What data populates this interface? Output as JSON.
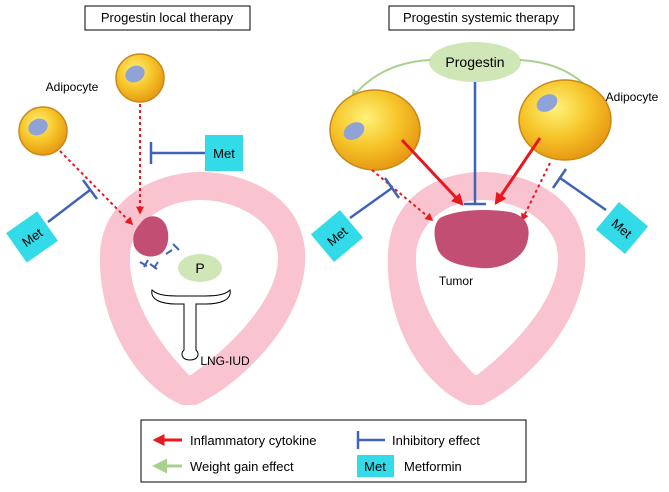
{
  "panels": {
    "local": {
      "title": "Progestin local therapy",
      "adipocyte_label": "Adipocyte",
      "met_label": "Met",
      "progestin_label": "P",
      "device_label": "LNG-IUD"
    },
    "systemic": {
      "title": "Progestin systemic therapy",
      "progestin_label": "Progestin",
      "adipocyte_label": "Adipocyte",
      "met_label": "Met",
      "tumor_label": "Tumor"
    }
  },
  "legend": {
    "inflammatory": "Inflammatory cytokine",
    "inhibitory": "Inhibitory effect",
    "weight_gain": "Weight gain effect",
    "met_box": "Met",
    "metformin": "Metformin"
  },
  "colors": {
    "uterus": "#f9c3d0",
    "tumor": "#c24e74",
    "adipocyte": "#f2b51e",
    "nucleus": "#8fa3d8",
    "met_box": "#33dbe8",
    "progestin": "#cfe6b6",
    "inflammatory_arrow": "#e8191e",
    "inhibitory": "#3f63b5",
    "weight_gain_arrow": "#a9d18e"
  }
}
